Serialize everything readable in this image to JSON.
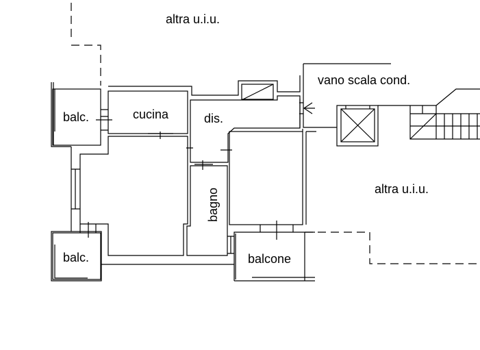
{
  "labels": {
    "other_unit_top": "altra u.i.u.",
    "stairwell": "vano scala cond.",
    "balcony_top": "balc.",
    "kitchen": "cucina",
    "hallway": "dis.",
    "bathroom": "bagno",
    "balcony_bottom": "balc.",
    "balcony_large": "balcone",
    "other_unit_right": "altra u.i.u."
  }
}
